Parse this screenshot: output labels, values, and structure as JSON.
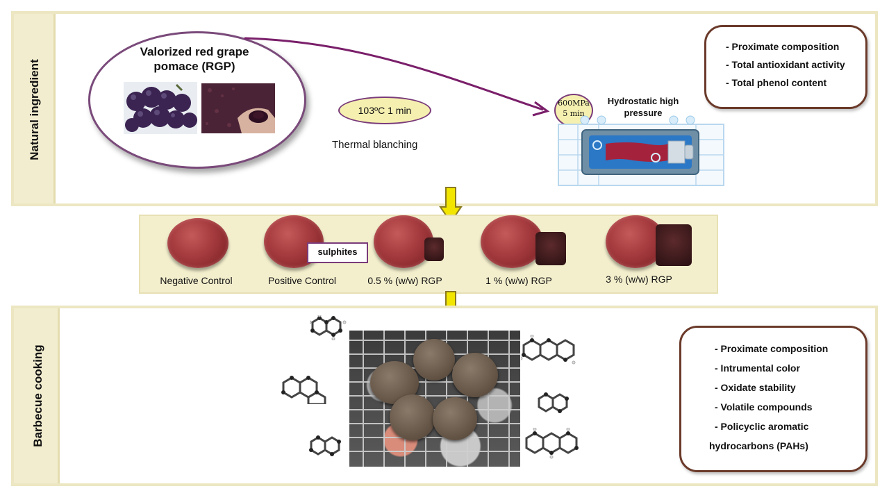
{
  "top_section": {
    "side_label": "Natural ingredient",
    "rgp_title": "Valorized red grape pomace (RGP)",
    "blanch_pill": "103ºC 1 min",
    "blanch_label": "Thermal blanching",
    "hhp_badge": "600MPa 5 min",
    "hhp_label": "Hydrostatic high pressure",
    "analyses": [
      "- Proximate composition",
      "- Total antioxidant activity",
      "- Total phenol content"
    ]
  },
  "samples": {
    "sulphites_tag": "sulphites",
    "items": [
      {
        "label": "Negative Control"
      },
      {
        "label": "Positive Control"
      },
      {
        "label": "0.5 %  (w/w) RGP"
      },
      {
        "label": "1 %  (w/w) RGP"
      },
      {
        "label": "3 %  (w/w) RGP"
      }
    ]
  },
  "bottom_section": {
    "side_label": "Barbecue cooking",
    "analyses": [
      "- Proximate composition",
      "- Intrumental color",
      "- Oxidate stability",
      "- Volatile compounds",
      "- Policyclic aromatic",
      "hydrocarbons (PAHs)"
    ]
  },
  "colors": {
    "frame": "#ece7c2",
    "arrow_curve": "#7a1f6a",
    "arrow_down": "#f2e600",
    "box_border": "#6b3a2a"
  }
}
